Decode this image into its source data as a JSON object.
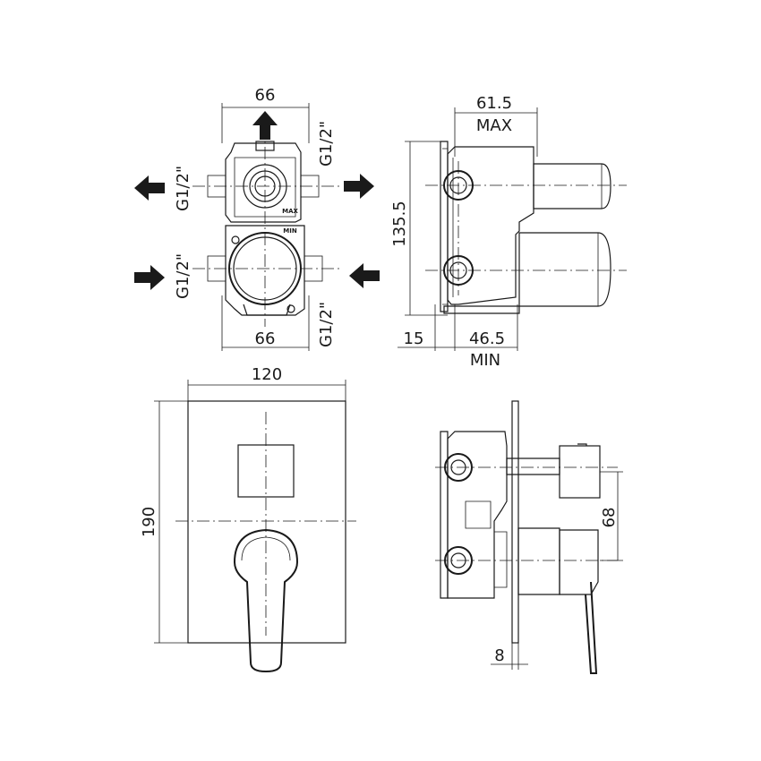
{
  "dimensions": {
    "body_width_top": "66",
    "body_width_bottom": "66",
    "depth_max": "61.5",
    "max_label": "MAX",
    "height": "135.5",
    "offset": "15",
    "depth_min": "46.5",
    "min_label": "MIN",
    "plate_width": "120",
    "plate_height": "190",
    "spacing": "68",
    "plate_thickness": "8"
  },
  "threads": {
    "left_out": "G1/2\"",
    "top_out": "G1/2\"",
    "left_in": "G1/2\"",
    "bottom_in": "G1/2\""
  },
  "body_marks": {
    "max": "MAX",
    "min": "MIN"
  }
}
